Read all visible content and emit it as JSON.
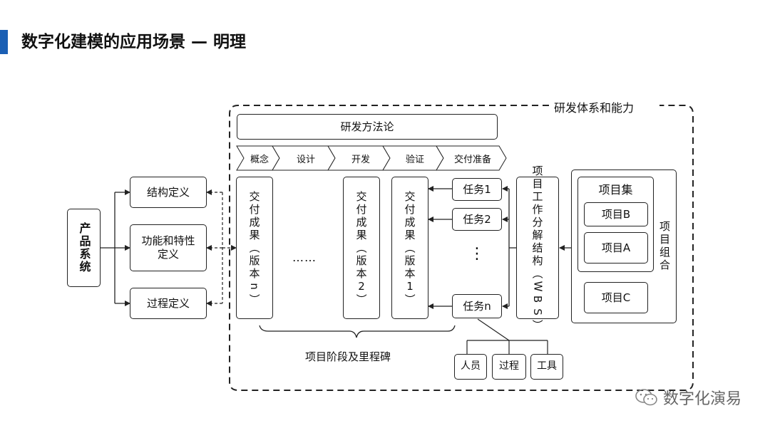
{
  "header": {
    "title": "数字化建模的应用场景 — 明理"
  },
  "diagram": {
    "outer_label": "研发体系和能力",
    "product_system": "产品系统",
    "definitions": [
      "结构定义",
      "功能和特性\n定义",
      "过程定义"
    ],
    "methodology": "研发方法论",
    "phases": [
      "概念",
      "设计",
      "开发",
      "验证",
      "交付准备"
    ],
    "deliverables": [
      "交付成果（版本n）",
      "交付成果（版本2）",
      "交付成果（版本1）"
    ],
    "ellipsis_h": "……",
    "ellipsis_v": "⋮",
    "tasks": [
      "任务1",
      "任务2",
      "任务n"
    ],
    "wbs": "项目工作分解结构（WBS）",
    "project_set": {
      "label": "项目集",
      "items": [
        "项目B",
        "项目A"
      ]
    },
    "project_c": "项目C",
    "portfolio": "项目组合",
    "milestones": "项目阶段及里程碑",
    "resources": [
      "人员",
      "过程",
      "工具"
    ]
  },
  "watermark": {
    "text": "数字化演易"
  }
}
